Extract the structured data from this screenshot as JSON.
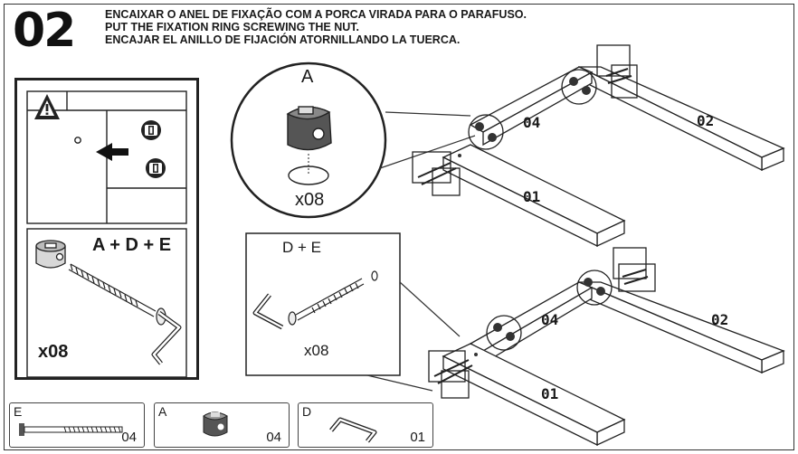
{
  "step": {
    "number": "02"
  },
  "instructions": [
    "ENCAIXAR O ANEL DE FIXAÇÃO COM A PORCA VIRADA PARA O PARAFUSO.",
    "PUT THE FIXATION RING SCREWING THE NUT.",
    "ENCAJAR EL ANILLO DE FIJACIÓN ATORNILLANDO LA TUERCA."
  ],
  "left_panel": {
    "warning_icon": "warning-triangle-icon",
    "arrow_icon": "left-arrow-icon",
    "combo_label": "A + D + E",
    "combo_qty": "x08"
  },
  "detail_a": {
    "label": "A",
    "qty": "x08"
  },
  "detail_de": {
    "label": "D + E",
    "qty": "x08"
  },
  "assembly_top": {
    "panel_04": "04",
    "panel_02": "02",
    "panel_01": "01"
  },
  "assembly_bottom": {
    "panel_04": "04",
    "panel_02": "02",
    "panel_01": "01"
  },
  "parts": [
    {
      "letter": "E",
      "qty": "04",
      "icon": "bolt-icon"
    },
    {
      "letter": "A",
      "qty": "04",
      "icon": "cam-lock-nut-icon"
    },
    {
      "letter": "D",
      "qty": "01",
      "icon": "allen-key-icon"
    }
  ]
}
